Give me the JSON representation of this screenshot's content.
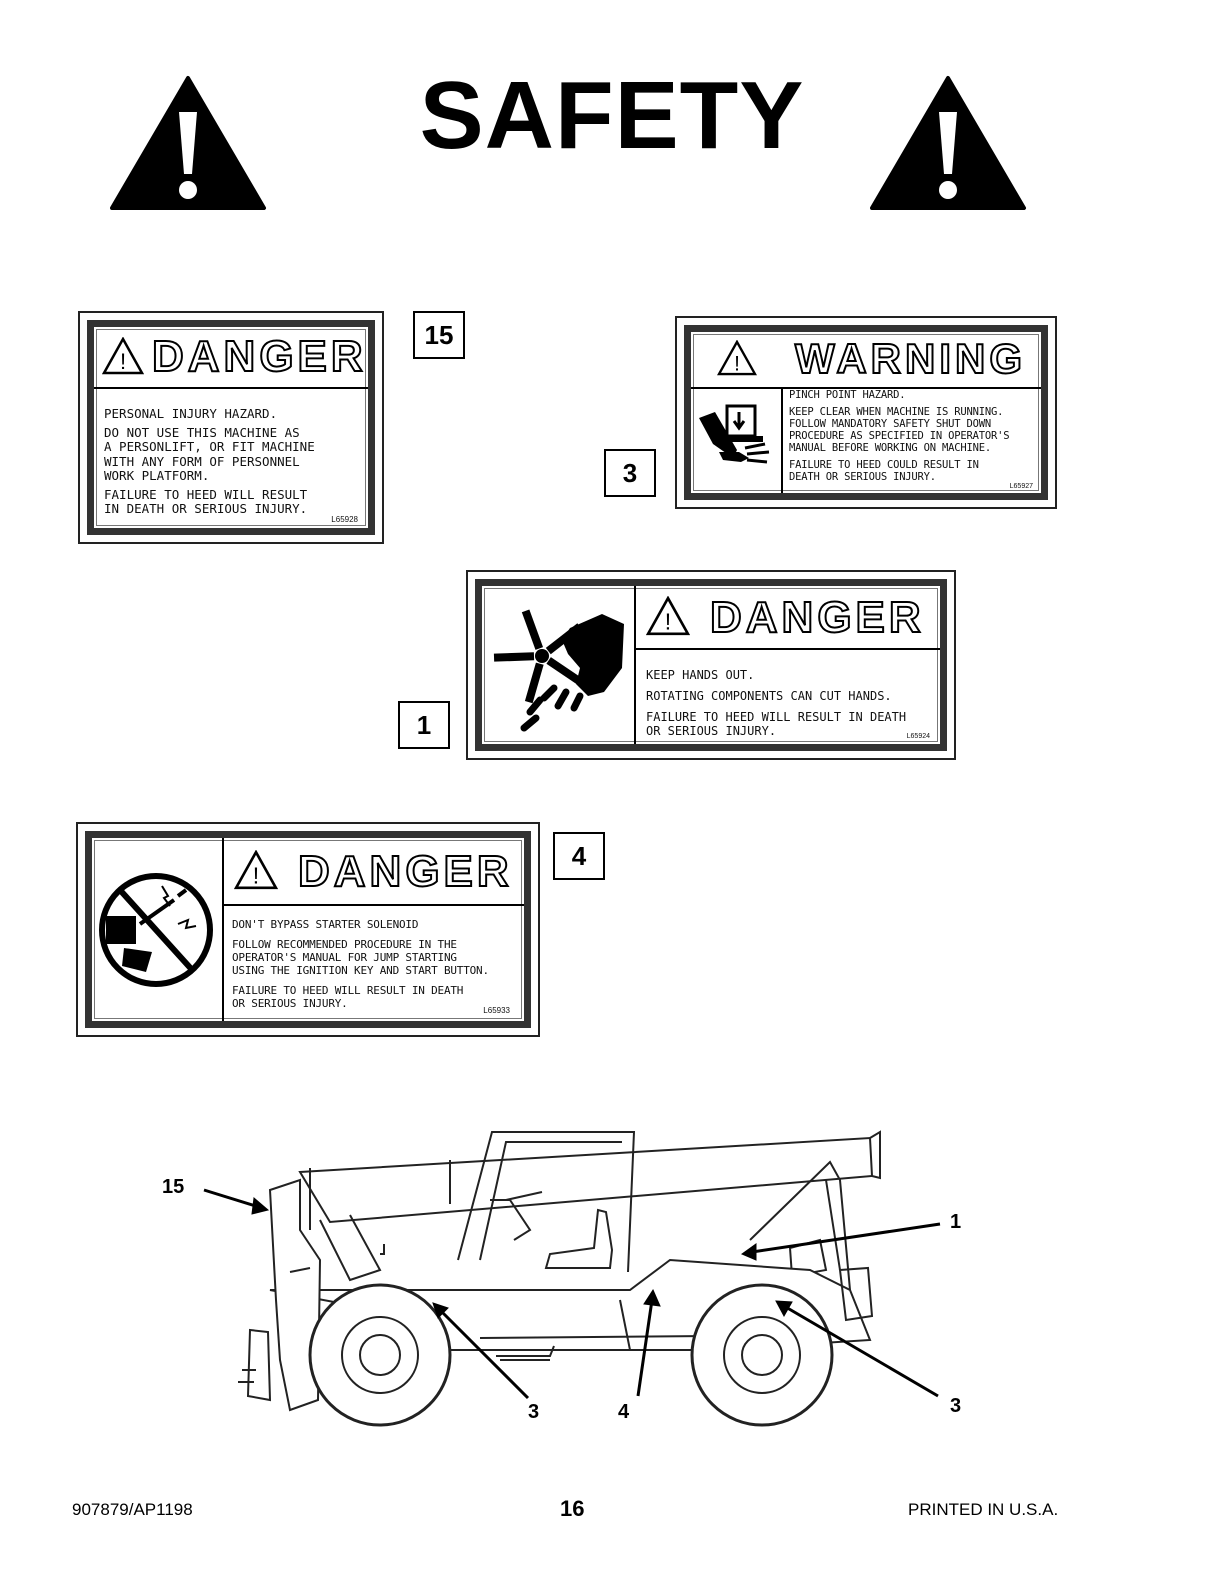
{
  "page": {
    "title": "SAFETY",
    "footer_left": "907879/AP1198",
    "page_number": "16",
    "footer_right": "PRINTED IN U.S.A."
  },
  "decals": {
    "d15": {
      "number": "15",
      "header": "DANGER",
      "lines": [
        "PERSONAL INJURY HAZARD.",
        "DO NOT USE THIS MACHINE AS",
        "A PERSONLIFT, OR FIT MACHINE",
        "WITH ANY FORM OF PERSONNEL",
        "WORK PLATFORM.",
        "FAILURE TO HEED WILL RESULT",
        "IN DEATH OR SERIOUS INJURY."
      ],
      "code": "L65928"
    },
    "d3": {
      "number": "3",
      "header": "WARNING",
      "lines": [
        "PINCH POINT HAZARD.",
        "KEEP CLEAR WHEN MACHINE IS RUNNING.",
        "FOLLOW MANDATORY SAFETY SHUT DOWN",
        "PROCEDURE AS SPECIFIED IN OPERATOR'S",
        "MANUAL BEFORE WORKING ON MACHINE.",
        "FAILURE TO HEED COULD RESULT IN",
        "DEATH OR SERIOUS INJURY."
      ],
      "code": "L65927"
    },
    "d1": {
      "number": "1",
      "header": "DANGER",
      "lines": [
        "KEEP HANDS OUT.",
        "ROTATING COMPONENTS CAN CUT HANDS.",
        "FAILURE TO HEED WILL RESULT IN DEATH",
        "OR SERIOUS INJURY."
      ],
      "code": "L65924"
    },
    "d4": {
      "number": "4",
      "header": "DANGER",
      "lines": [
        "DON'T BYPASS STARTER SOLENOID",
        "FOLLOW RECOMMENDED PROCEDURE IN THE",
        "OPERATOR'S MANUAL FOR JUMP STARTING",
        "USING THE IGNITION KEY AND START BUTTON.",
        "FAILURE TO HEED WILL RESULT IN DEATH",
        "OR SERIOUS INJURY."
      ],
      "code": "L65933"
    }
  },
  "machine_callouts": {
    "c15": "15",
    "c1": "1",
    "c3a": "3",
    "c4": "4",
    "c3b": "3"
  }
}
